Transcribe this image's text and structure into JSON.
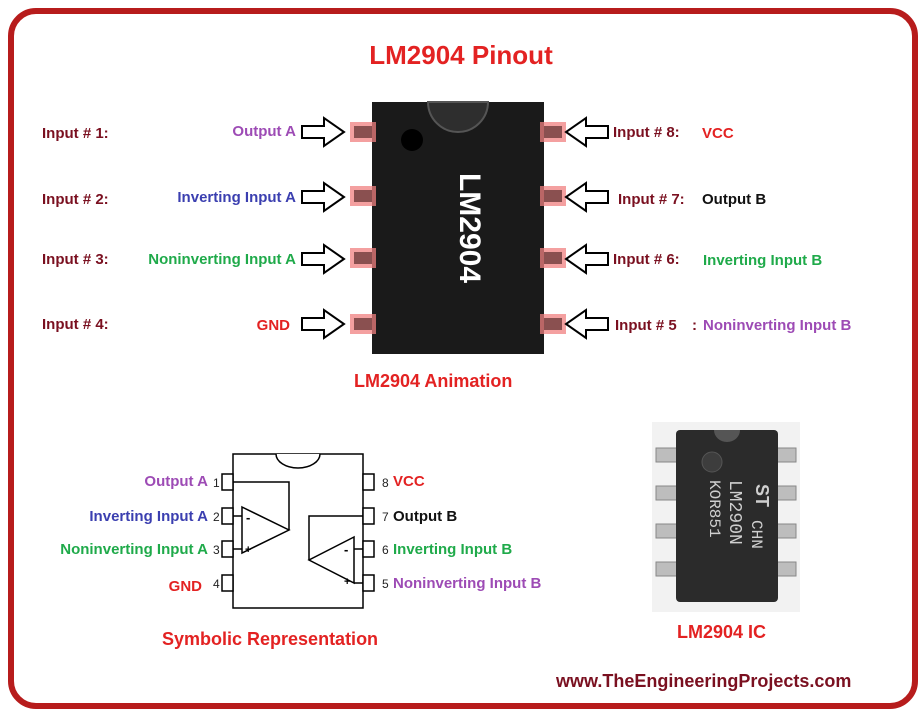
{
  "title": "LM2904 Pinout",
  "chip_label": "LM2904",
  "left_pins": [
    {
      "input_label": "Input # 1:",
      "function": "Output A"
    },
    {
      "input_label": "Input # 2:",
      "function": "Inverting Input A"
    },
    {
      "input_label": "Input # 3:",
      "function": "Noninverting Input A"
    },
    {
      "input_label": "Input # 4:",
      "function": "GND"
    }
  ],
  "right_pins": [
    {
      "input_label": "Input # 8:",
      "function": "VCC"
    },
    {
      "input_label": "Input # 7:",
      "function": "Output B"
    },
    {
      "input_label": "Input # 6:",
      "function": "Inverting Input B"
    },
    {
      "input_label": "Input # 5",
      "separator": ":",
      "function": "Noninverting Input B"
    }
  ],
  "animation_caption": "LM2904 Animation",
  "symbolic": {
    "caption": "Symbolic Representation",
    "left": [
      {
        "num": "1",
        "function": "Output A"
      },
      {
        "num": "2",
        "function": "Inverting Input A"
      },
      {
        "num": "3",
        "function": "Noninverting Input A"
      },
      {
        "num": "4",
        "function": "GND"
      }
    ],
    "right": [
      {
        "num": "8",
        "function": "VCC"
      },
      {
        "num": "7",
        "function": "Output B"
      },
      {
        "num": "6",
        "function": "Inverting Input B"
      },
      {
        "num": "5",
        "function": "Noninverting Input B"
      }
    ],
    "minus": "-",
    "plus": "+"
  },
  "photo": {
    "caption": "LM2904 IC",
    "marking_line1": "CHN",
    "marking_line2": "LM290N",
    "marking_line3": "KOR851",
    "brand": "ST"
  },
  "website": "www.TheEngineeringProjects.com",
  "colors": {
    "frame": "#b71c1c",
    "title": "#e32222",
    "input_label": "#7a1020",
    "output": "#9d4bb5",
    "inverting": "#3b3fb0",
    "noninverting": "#1faa4a",
    "power": "#e32222",
    "chip_body": "#1a1a1a",
    "pin_highlight": "#f08080"
  }
}
